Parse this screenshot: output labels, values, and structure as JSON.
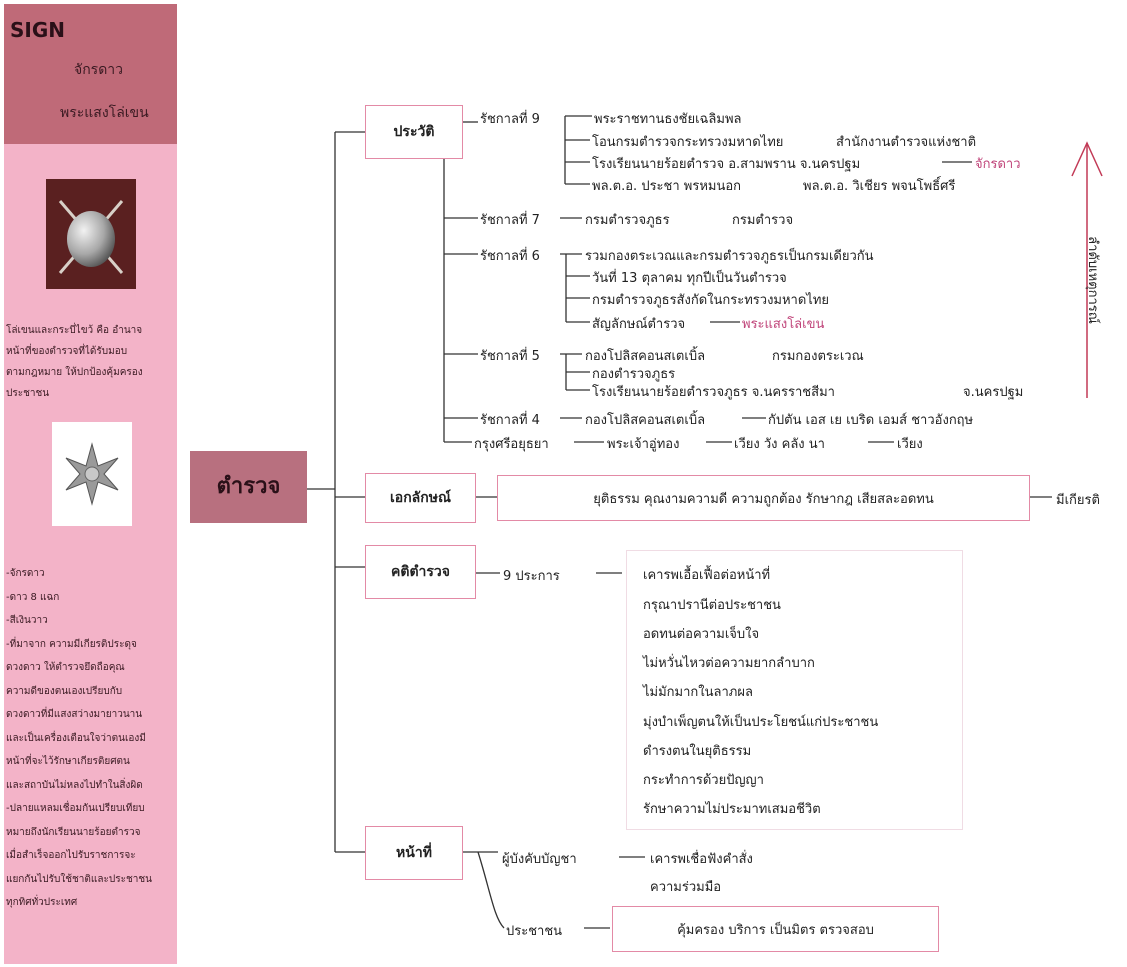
{
  "sidebar": {
    "sign_title": "SIGN",
    "sign_line1": "จักรดาว",
    "sign_line2": "พระแสงโล่เขน",
    "desc1": [
      "โล่เขนและกระบี่ไขว้ คือ อำนาจ",
      "หน้าที่ของตำรวจที่ได้รับมอบ",
      "ตามกฎหมาย ให้ปกป้องคุ้มครอง",
      "ประชาชน"
    ],
    "desc2": [
      "-จักรดาว",
      "-ดาว 8 แฉก",
      "-สีเงินวาว",
      "-ที่มาจาก ความมีเกียรติประดุจ",
      "ดวงดาว ให้ตำรวจยึดถือคุณ",
      "ความดีของตนเองเปรียบกับ",
      "ดวงดาวที่มีแสงสว่างมายาวนาน",
      "และเป็นเครื่องเตือนใจว่าตนเองมี",
      "หน้าที่จะไว้รักษาเกียรติยศตน",
      "และสถาบันไม่หลงไปทำในสิ่งผิด",
      "-ปลายแหลมเชื่อมกันเปรียบเทียบ",
      "หมายถึงนักเรียนนายร้อยตำรวจ",
      "เมื่อสำเร็จออกไปรับราชการจะ",
      "แยกกันไปรับใช้ชาติและประชาชน",
      "ทุกทิศทั่วประเทศ"
    ]
  },
  "root": "ตำรวจ",
  "branches": {
    "history": {
      "label": "ประวัติ",
      "r9": "รัชกาลที่ 9",
      "r9_items": [
        "พระราชทานธงชัยเฉลิมพล",
        "โอนกรมตำรวจกระทรวงมหาดไทย",
        "สำนักงานตำรวจแห่งชาติ",
        "โรงเรียนนายร้อยตำรวจ อ.สามพราน จ.นครปฐม",
        "จักรดาว",
        "พล.ต.อ. ประชา  พรหมนอก",
        "พล.ต.อ. วิเชียร  พจนโพธิ์ศรี"
      ],
      "r7": "รัชกาลที่ 7",
      "r7_items": [
        "กรมตำรวจภูธร",
        "กรมตำรวจ"
      ],
      "r6": "รัชกาลที่ 6",
      "r6_items": [
        "รวมกองตระเวณและกรมตำรวจภูธรเป็นกรมเดียวกัน",
        "วันที่ 13 ตุลาคม ทุกปีเป็นวันตำรวจ",
        "กรมตำรวจภูธรสังกัดในกระทรวงมหาดไทย",
        "สัญลักษณ์ตำรวจ",
        "พระแสงโล่เขน"
      ],
      "r5": "รัชกาลที่ 5",
      "r5_items": [
        "กองโปลิสคอนสเตเบิ้ล",
        "กรมกองตระเวณ",
        "กองตำรวจภูธร",
        "โรงเรียนนายร้อยตำรวจภูธร จ.นครราชสีมา",
        "จ.นครปฐม"
      ],
      "r4": "รัชกาลที่ 4",
      "r4_items": [
        "กองโปลิสคอนสเตเบิ้ล",
        "กัปตัน เอส เย เบริด เอมส์ ชาวอังกฤษ"
      ],
      "ayutthaya": "กรุงศรีอยุธยา",
      "ayutthaya_items": [
        "พระเจ้าอู่ทอง",
        "เวียง วัง คลัง นา",
        "เวียง"
      ],
      "arrow_label": "ลำดับเหตุการณ์"
    },
    "identity": {
      "label": "เอกลักษณ์",
      "values": "ยุติธรรม  คุณงามความดี   ความถูกต้อง   รักษากฎ เสียสละอดทน",
      "result": "มีเกียรติ"
    },
    "motto": {
      "label": "คติตำรวจ",
      "count": "9 ประการ",
      "items": [
        "เคารพเอื้อเฟื้อต่อหน้าที่",
        "กรุณาปรานีต่อประชาชน",
        "อดทนต่อความเจ็บใจ",
        "ไม่หวั่นไหวต่อความยากลำบาก",
        "ไม่มักมากในลาภผล",
        "มุ่งบำเพ็ญตนให้เป็นประโยชน์แก่ประชาชน",
        "ดำรงตนในยุติธรรม",
        "กระทำการด้วยปัญญา",
        "รักษาความไม่ประมาทเสมอชีวิต"
      ]
    },
    "duty": {
      "label": "หน้าที่",
      "commander": "ผู้บังคับบัญชา",
      "commander_items": [
        "เคารพเชื่อฟังคำสั่ง",
        "ความร่วมมือ"
      ],
      "public": "ประชาชน",
      "public_items": "คุ้มครอง   บริการ   เป็นมิตร   ตรวจสอบ"
    }
  },
  "colors": {
    "sidebar_bg": "#f3b3c8",
    "sign_bg": "#bf6a78",
    "root_bg": "#b8707f",
    "box_border": "#e38aa6",
    "arrow": "#c23a56",
    "highlight": "#c0457a"
  }
}
